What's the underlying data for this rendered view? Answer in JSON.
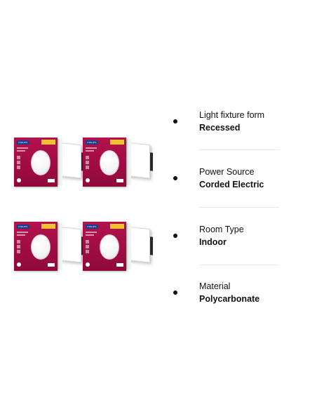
{
  "products": [
    {
      "brand": "PHILIPS",
      "alt": "Philips recessed panel light box"
    },
    {
      "brand": "PHILIPS",
      "alt": "Philips recessed panel light box"
    },
    {
      "brand": "PHILIPS",
      "alt": "Philips recessed panel light box"
    },
    {
      "brand": "PHILIPS",
      "alt": "Philips recessed panel light box"
    }
  ],
  "specs": [
    {
      "label": "Light fixture form",
      "value": "Recessed"
    },
    {
      "label": "Power Source",
      "value": "Corded Electric"
    },
    {
      "label": "Room Type",
      "value": "Indoor"
    },
    {
      "label": "Material",
      "value": "Polycarbonate"
    }
  ],
  "colors": {
    "box": "#a10c43",
    "brand_blue": "#1b3f8f",
    "tag_yellow": "#f2c230",
    "text": "#111111"
  }
}
